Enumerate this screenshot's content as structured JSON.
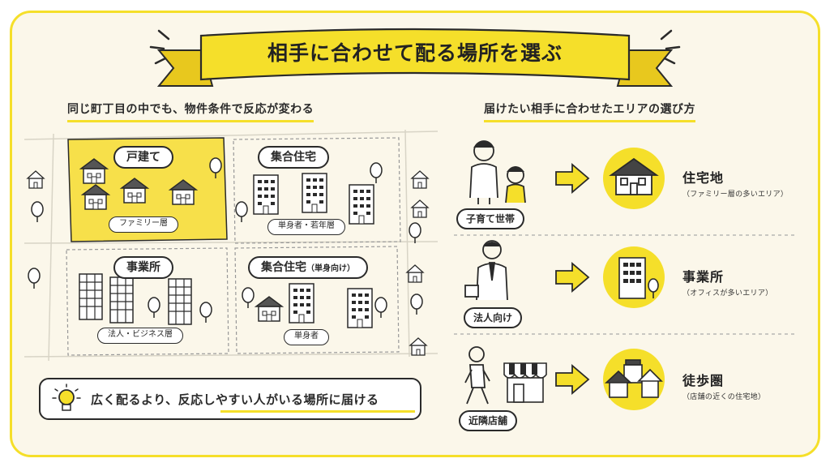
{
  "title": "相手に合わせて配る場所を選ぶ",
  "left_heading": "同じ町丁目の中でも、物件条件で反応が変わる",
  "right_heading": "届けたい相手に合わせたエリアの選び方",
  "blocks": [
    {
      "name": "戸建て",
      "sub": "",
      "audience": "ファミリー層"
    },
    {
      "name": "集合住宅",
      "sub": "",
      "audience": "単身者・若年層"
    },
    {
      "name": "事業所",
      "sub": "",
      "audience": "法人・ビジネス層"
    },
    {
      "name": "集合住宅",
      "sub": "（単身向け）",
      "audience": "単身者"
    }
  ],
  "tip": "広く配るより、反応しやすい人がいる場所に届ける",
  "segments": [
    {
      "target": "子育て世帯",
      "area": "住宅地",
      "desc": "（ファミリー層の多いエリア）"
    },
    {
      "target": "法人向け",
      "area": "事業所",
      "desc": "（オフィスが多いエリア）"
    },
    {
      "target": "近隣店舗",
      "area": "徒歩圏",
      "desc": "（店舗の近くの住宅地）"
    }
  ],
  "colors": {
    "accent": "#f5df2a",
    "ink": "#2a2a2a",
    "background": "#fbf7ea",
    "highlight_block": "#f7e04a"
  },
  "icons": [
    "lightbulb-icon",
    "arrow-right-icon",
    "house-icon",
    "office-building-icon",
    "shop-icon",
    "family-icon",
    "businessman-icon",
    "walking-person-icon",
    "tree-icon",
    "apartment-icon"
  ]
}
